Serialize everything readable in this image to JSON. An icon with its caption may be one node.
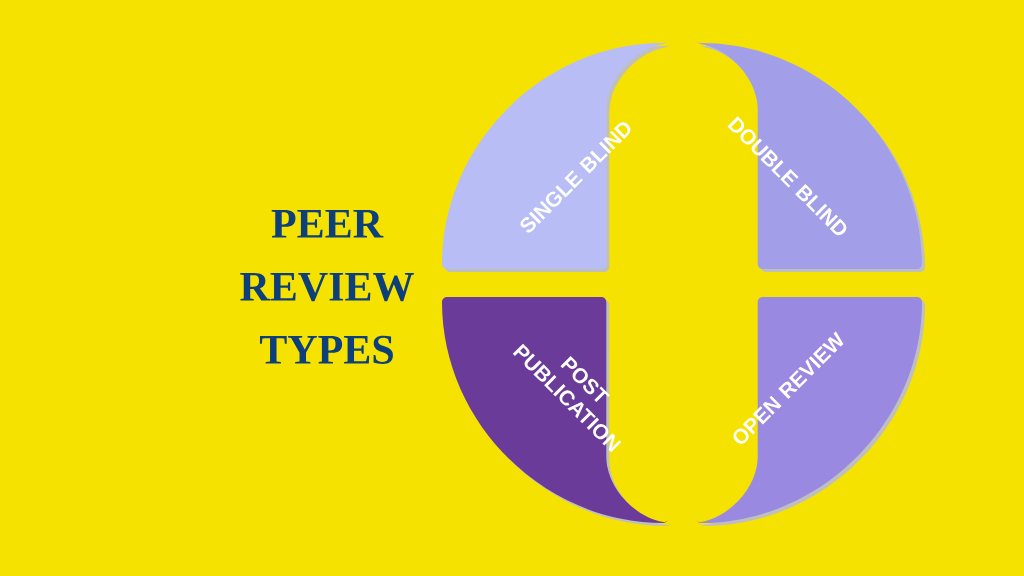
{
  "diagram": {
    "title": "PEER REVIEW TYPES",
    "nodes": [
      {
        "text": [
          "SINGLE BLIND"
        ]
      },
      {
        "text": [
          "DOUBLE BLIND"
        ]
      },
      {
        "text": [
          "POST PUBLICATION"
        ]
      },
      {
        "text": [
          "OPEN REVIEW"
        ]
      }
    ]
  }
}
